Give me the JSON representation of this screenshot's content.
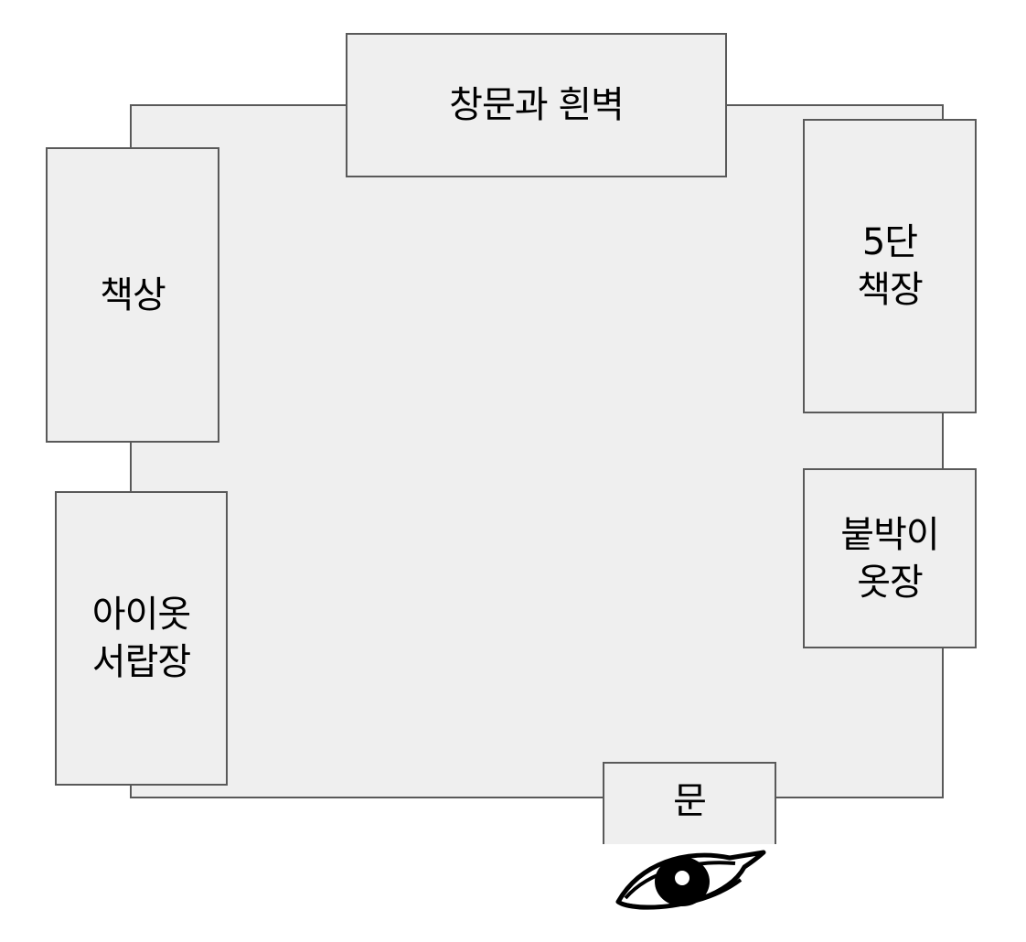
{
  "diagram": {
    "room": {
      "window_wall": "창문과 흰벽",
      "desk": "책상",
      "kids_drawers": "아이옷\n서랍장",
      "bookshelf": "5단\n책장",
      "built_in_closet": "붙박이\n옷장",
      "door": "문"
    },
    "viewer_icon": "eye-icon",
    "colors": {
      "fill": "#efefef",
      "stroke": "#595959",
      "text": "#000000",
      "eye": "#000000"
    }
  }
}
